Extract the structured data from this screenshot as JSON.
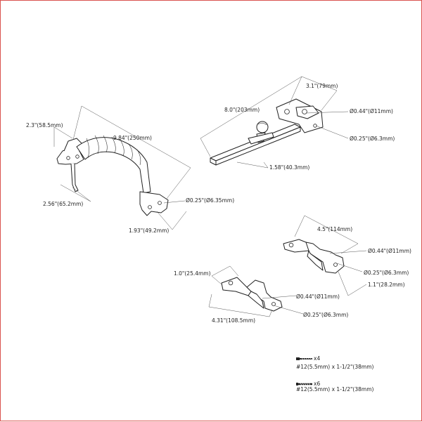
{
  "dimensions": {
    "handle_width": "2.3\"(58.5mm)",
    "handle_length": "9.84\"(250mm)",
    "handle_depth": "2.56\"(65.2mm)",
    "handle_hole": "Ø0.25\"(Ø6.35mm)",
    "handle_base": "1.93\"(49.2mm)",
    "bar_length": "8.0\"(203mm)",
    "bar_width": "3.1\"(79mm)",
    "bar_large_hole": "Ø0.44\"(Ø11mm)",
    "bar_small_hole": "Ø0.25\"(Ø6.3mm)",
    "bar_offset": "1.58\"(40.3mm)",
    "keeper_a_length": "4.5\"(114mm)",
    "keeper_a_large_hole": "Ø0.44\"(Ø11mm)",
    "keeper_a_small_hole": "Ø0.25\"(Ø6.3mm)",
    "keeper_a_width": "1.1\"(28.2mm)",
    "keeper_b_width": "1.0\"(25.4mm)",
    "keeper_b_large_hole": "Ø0.44\"(Ø11mm)",
    "keeper_b_small_hole": "Ø0.25\"(Ø6.3mm)",
    "keeper_b_length": "4.31\"(108.5mm)"
  },
  "hardware": [
    {
      "icon": "bolt-icon",
      "qty": "x4",
      "spec": "#12(5.5mm) x 1-1/2\"(38mm)"
    },
    {
      "icon": "screw-icon",
      "qty": "x6",
      "spec": "#12(5.5mm) x 1-1/2\"(38mm)"
    }
  ]
}
